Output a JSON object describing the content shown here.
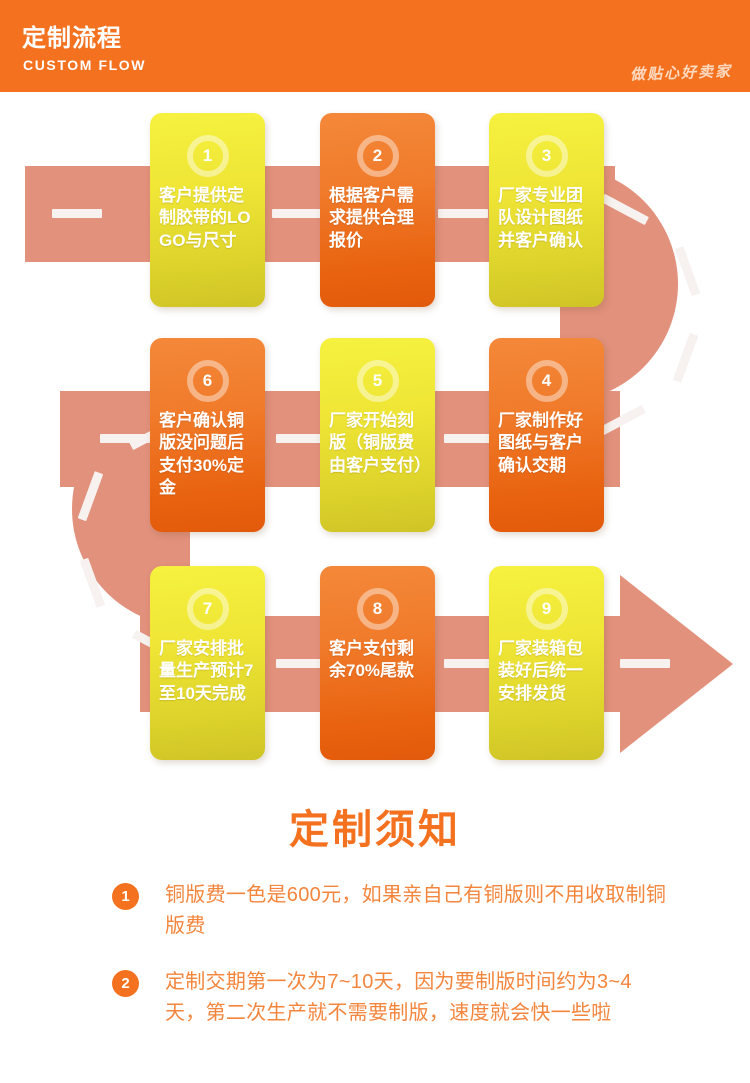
{
  "header": {
    "title": "定制流程",
    "subtitle": "CUSTOM FLOW",
    "slogan": "做贴心好卖家",
    "bg_color": "#F4711F"
  },
  "colors": {
    "brand_orange": "#F4711F",
    "road": "#E2917C",
    "road_dash": "#F7F2EF",
    "box_yellow_top": "#F6F13F",
    "box_yellow_bottom": "#CFC426",
    "box_orange_top": "#F4883A",
    "box_orange_bottom": "#E25A0B",
    "note_text": "#F4853C"
  },
  "flow": {
    "steps": [
      {
        "number": "1",
        "text": "客户提供定制胶带的LOGO与尺寸",
        "style": "yellow"
      },
      {
        "number": "2",
        "text": "根据客户需求提供合理报价",
        "style": "orange"
      },
      {
        "number": "3",
        "text": "厂家专业团队设计图纸并客户确认",
        "style": "yellow"
      },
      {
        "number": "4",
        "text": "厂家制作好图纸与客户确认交期",
        "style": "orange"
      },
      {
        "number": "5",
        "text": "厂家开始刻版（铜版费由客户支付）",
        "style": "yellow"
      },
      {
        "number": "6",
        "text": "客户确认铜版没问题后支付30%定金",
        "style": "orange"
      },
      {
        "number": "7",
        "text": "厂家安排批量生产预计7至10天完成",
        "style": "yellow"
      },
      {
        "number": "8",
        "text": "客户支付剩余70%尾款",
        "style": "orange"
      },
      {
        "number": "9",
        "text": "厂家装箱包装好后统一安排发货",
        "style": "yellow"
      }
    ]
  },
  "notice": {
    "title": "定制须知",
    "items": [
      {
        "number": "1",
        "text": "铜版费一色是600元，如果亲自己有铜版则不用收取制铜版费"
      },
      {
        "number": "2",
        "text": "定制交期第一次为7~10天，因为要制版时间约为3~4天，第二次生产就不需要制版，速度就会快一些啦"
      }
    ]
  }
}
